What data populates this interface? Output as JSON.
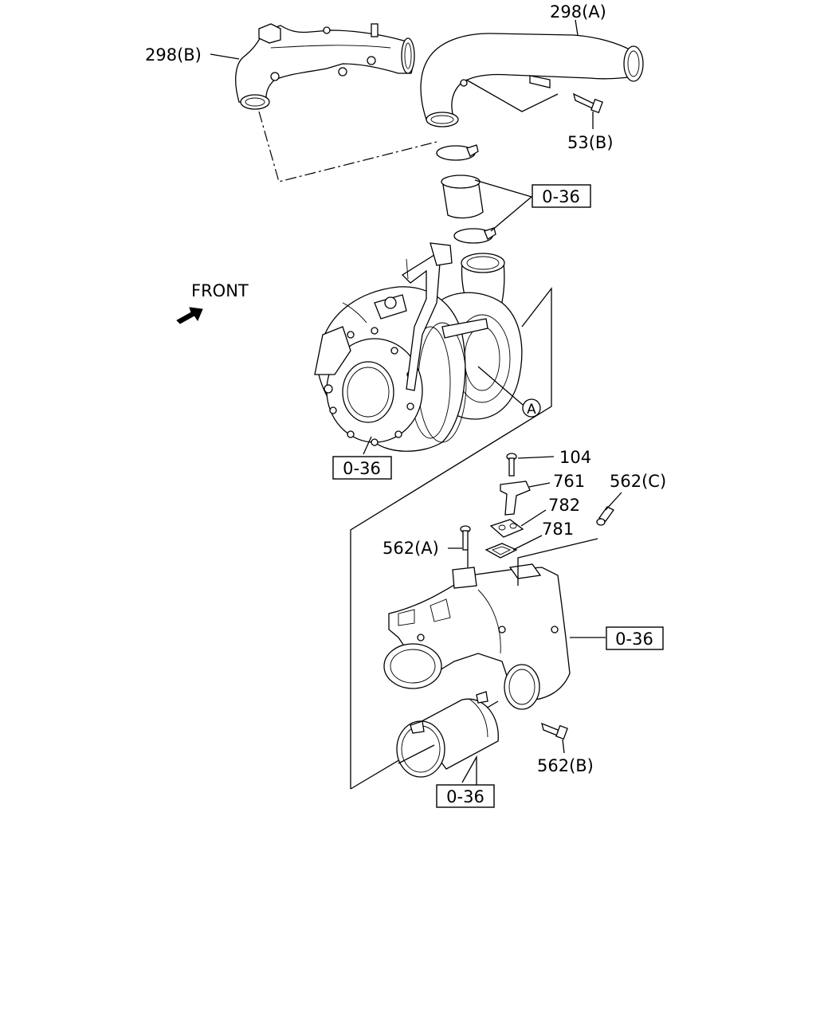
{
  "labels": {
    "p298a": "298(A)",
    "p298b": "298(B)",
    "p53b": "53(B)",
    "ref_top": "0-36",
    "ref_turbo": "0-36",
    "ref_right": "0-36",
    "ref_bottom": "0-36",
    "front": "FRONT",
    "marker_a": "A",
    "p104": "104",
    "p761": "761",
    "p782": "782",
    "p781": "781",
    "p562a": "562(A)",
    "p562b": "562(B)",
    "p562c": "562(C)"
  }
}
